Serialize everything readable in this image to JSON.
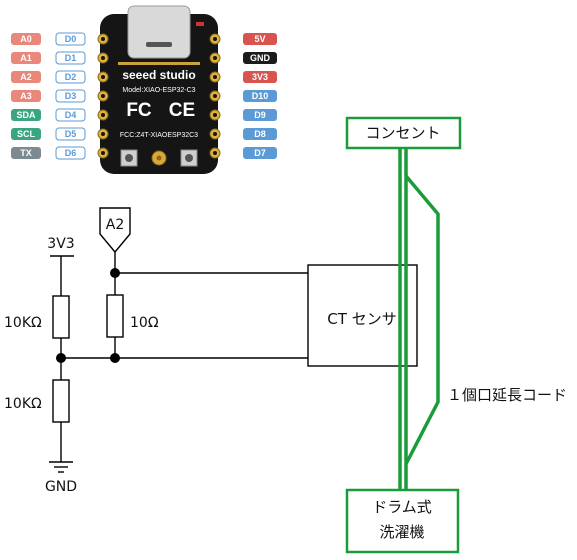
{
  "board": {
    "brand": "seeed studio",
    "model": "Model:XIAO-ESP32-C3",
    "fcc_logo": "FC",
    "ce_logo": "CE",
    "fcc_id": "FCC:Z4T-XIAOESP32C3",
    "left_pins_a": [
      {
        "label": "A0",
        "color": "#e8877a"
      },
      {
        "label": "A1",
        "color": "#e8877a"
      },
      {
        "label": "A2",
        "color": "#e8877a"
      },
      {
        "label": "A3",
        "color": "#e8877a"
      },
      {
        "label": "SDA",
        "color": "#3aa680"
      },
      {
        "label": "SCL",
        "color": "#3aa680"
      },
      {
        "label": "TX",
        "color": "#7e8a92"
      }
    ],
    "left_pins_d": [
      "D0",
      "D1",
      "D2",
      "D3",
      "D4",
      "D5",
      "D6"
    ],
    "right_pins": [
      {
        "label": "5V",
        "bg": "#d9534f",
        "fg": "#ffffff"
      },
      {
        "label": "GND",
        "bg": "#1c1c1c",
        "fg": "#ffffff"
      },
      {
        "label": "3V3",
        "bg": "#d9534f",
        "fg": "#ffffff"
      },
      {
        "label": "D10",
        "bg": "#5b9ad5",
        "fg": "#ffffff"
      },
      {
        "label": "D9",
        "bg": "#5b9ad5",
        "fg": "#ffffff"
      },
      {
        "label": "D8",
        "bg": "#5b9ad5",
        "fg": "#ffffff"
      },
      {
        "label": "D7",
        "bg": "#5b9ad5",
        "fg": "#ffffff"
      }
    ],
    "d_pin_color": "#5b9ad5"
  },
  "circuit": {
    "a2_label": "A2",
    "v3_label": "3V3",
    "r1_label": "10KΩ",
    "r2_label": "10KΩ",
    "r3_label": "10Ω",
    "gnd_label": "GND",
    "ct_label": "CT センサ",
    "outlet_label": "コンセント",
    "washer_line1": "ドラム式",
    "washer_line2": "洗濯機",
    "cord_label": "１個口延長コード",
    "cord_color": "#1a9c3a"
  }
}
